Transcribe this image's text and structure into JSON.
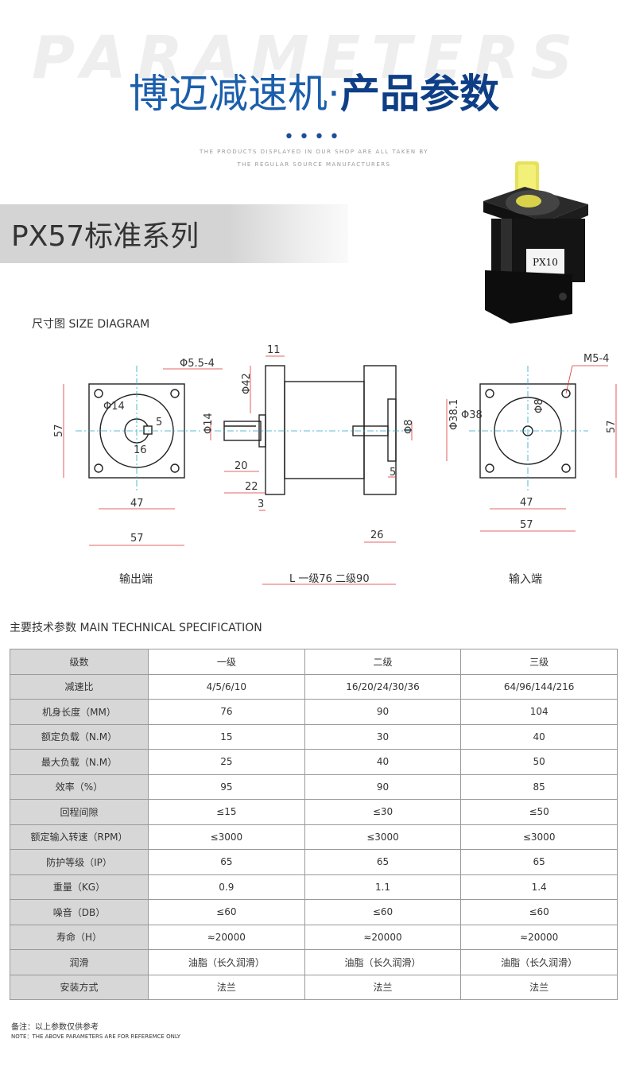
{
  "header": {
    "bg_word": "PARAMETERS",
    "title_light": "博迈减速机·",
    "title_bold": "产品参数",
    "dots": "••••",
    "sub_line1": "THE PRODUCTS DISPLAYED IN OUR SHOP ARE ALL TAKEN BY",
    "sub_line2": "THE REGULAR SOURCE MANUFACTURERS"
  },
  "series": {
    "title": "PX57标准系列",
    "product_label": "PX10"
  },
  "size_diagram": {
    "label": "尺寸图  SIZE DIAGRAM",
    "output_side": {
      "caption": "输出端",
      "dims": [
        "Φ5.5-4",
        "Φ14",
        "5",
        "16",
        "57",
        "47",
        "57"
      ]
    },
    "side_view": {
      "dims": [
        "11",
        "Φ42",
        "Φ14",
        "20",
        "22",
        "3",
        "Φ8",
        "Φ38.1",
        "5",
        "26"
      ],
      "length": "L 一级76 二级90"
    },
    "input_side": {
      "caption": "输入端",
      "dims": [
        "M5-4",
        "Φ38",
        "Φ8",
        "57",
        "47",
        "57"
      ]
    }
  },
  "spec": {
    "label": "主要技术参数  MAIN TECHNICAL SPECIFICATION",
    "columns": [
      "级数",
      "一级",
      "二级",
      "三级"
    ],
    "rows": [
      [
        "减速比",
        "4/5/6/10",
        "16/20/24/30/36",
        "64/96/144/216"
      ],
      [
        "机身长度（MM）",
        "76",
        "90",
        "104"
      ],
      [
        "额定负载（N.M）",
        "15",
        "30",
        "40"
      ],
      [
        "最大负载（N.M）",
        "25",
        "40",
        "50"
      ],
      [
        "效率（%）",
        "95",
        "90",
        "85"
      ],
      [
        "回程间隙",
        "≤15",
        "≤30",
        "≤50"
      ],
      [
        "额定输入转速（RPM）",
        "≤3000",
        "≤3000",
        "≤3000"
      ],
      [
        "防护等级（IP）",
        "65",
        "65",
        "65"
      ],
      [
        "重量（KG）",
        "0.9",
        "1.1",
        "1.4"
      ],
      [
        "噪音（DB）",
        "≤60",
        "≤60",
        "≤60"
      ],
      [
        "寿命（H）",
        "≈20000",
        "≈20000",
        "≈20000"
      ],
      [
        "润滑",
        "油脂（长久润滑）",
        "油脂（长久润滑）",
        "油脂（长久润滑）"
      ],
      [
        "安装方式",
        "法兰",
        "法兰",
        "法兰"
      ]
    ]
  },
  "note": {
    "cn": "备注：以上参数仅供参考",
    "en": "NOTE：THE ABOVE PARAMETERS ARE FOR REFEREMCE ONLY"
  },
  "colors": {
    "title_blue": "#1b5eab",
    "title_dark_blue": "#0e3e86",
    "table_header_gray": "#d7d7d7",
    "dim_red": "#d33",
    "center_cyan": "#29a9c7"
  }
}
